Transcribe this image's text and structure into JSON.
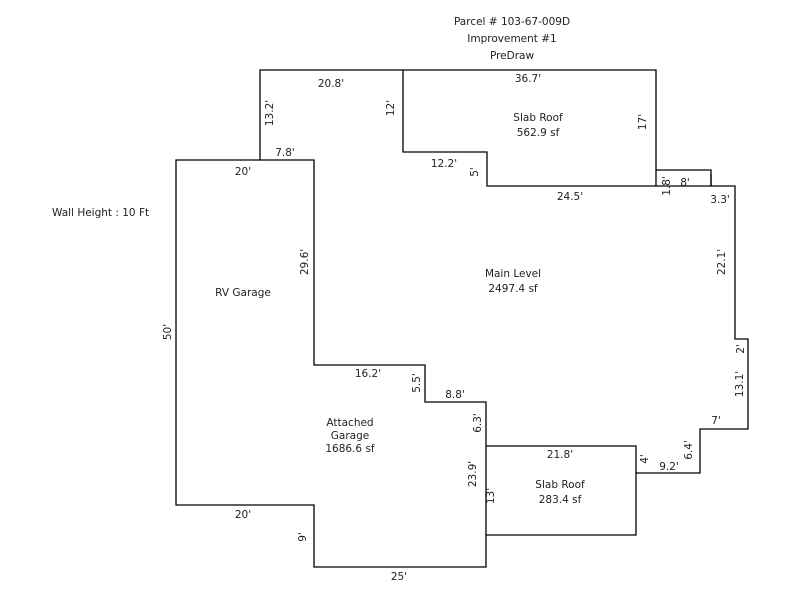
{
  "header": {
    "parcel": "Parcel # 103-67-009D",
    "improvement": "Improvement #1",
    "predraw": "PreDraw"
  },
  "wall_height": "Wall Height : 10 Ft",
  "areas": {
    "slab_roof_top": {
      "name": "Slab Roof",
      "area": "562.9 sf"
    },
    "main_level": {
      "name": "Main Level",
      "area": "2497.4 sf"
    },
    "rv_garage": {
      "name": "RV Garage"
    },
    "attached_garage": {
      "name_line1": "Attached",
      "name_line2": "Garage",
      "area": "1686.6 sf"
    },
    "slab_roof_bottom": {
      "name": "Slab Roof",
      "area": "283.4 sf"
    }
  },
  "dimensions": {
    "d20_8": "20.8'",
    "d36_7": "36.7'",
    "d13_2": "13.2'",
    "d12": "12'",
    "d17": "17'",
    "d7_8": "7.8'",
    "d12_2": "12.2'",
    "d5": "5'",
    "d24_5": "24.5'",
    "d1_8": "1.8'",
    "d8": "8'",
    "d3_3": "3.3'",
    "d20_top": "20'",
    "d29_6": "29.6'",
    "d22_1": "22.1'",
    "d50": "50'",
    "d2": "2'",
    "d16_2": "16.2'",
    "d5_5": "5.5'",
    "d13_1": "13.1'",
    "d8_8": "8.8'",
    "d6_3": "6.3'",
    "d7": "7'",
    "d6_4": "6.4'",
    "d21_8": "21.8'",
    "d4": "4'",
    "d9_2": "9.2'",
    "d23_9": "23.9'",
    "d13": "13'",
    "d20_bottom": "20'",
    "d9": "9'",
    "d25": "25'"
  }
}
